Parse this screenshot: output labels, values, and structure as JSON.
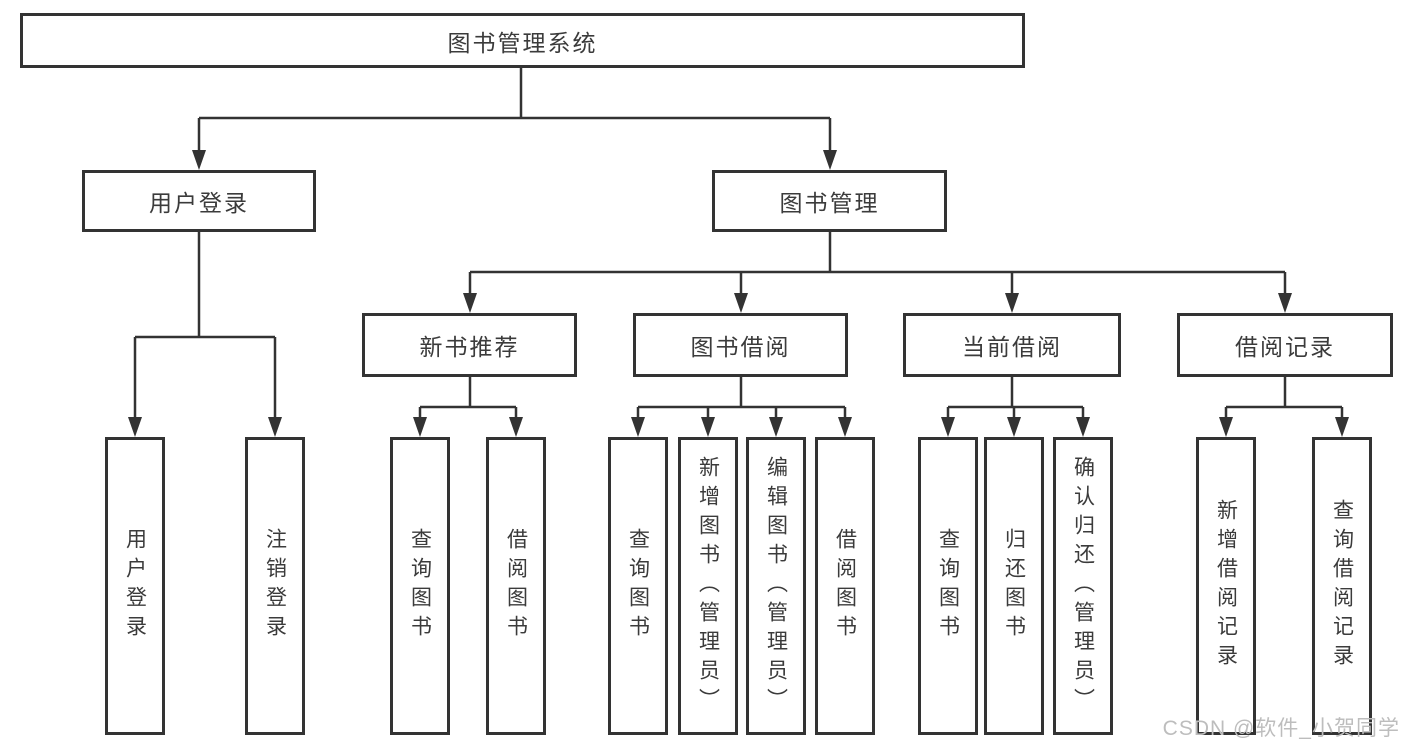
{
  "diagram": {
    "root": "图书管理系统",
    "branches": [
      {
        "label": "用户登录",
        "children": [
          {
            "label": "用户登录"
          },
          {
            "label": "注销登录"
          }
        ]
      },
      {
        "label": "图书管理",
        "children": [
          {
            "label": "新书推荐",
            "children": [
              {
                "label": "查询图书"
              },
              {
                "label": "借阅图书"
              }
            ]
          },
          {
            "label": "图书借阅",
            "children": [
              {
                "label": "查询图书"
              },
              {
                "label": "新增图书（管理员）"
              },
              {
                "label": "编辑图书（管理员）"
              },
              {
                "label": "借阅图书"
              }
            ]
          },
          {
            "label": "当前借阅",
            "children": [
              {
                "label": "查询图书"
              },
              {
                "label": "归还图书"
              },
              {
                "label": "确认归还（管理员）"
              }
            ]
          },
          {
            "label": "借阅记录",
            "children": [
              {
                "label": "新增借阅记录"
              },
              {
                "label": "查询借阅记录"
              }
            ]
          }
        ]
      }
    ]
  },
  "watermark": {
    "text": "CSDN @软件_小贺同学"
  },
  "colors": {
    "line": "#333333",
    "text": "#3b3b3b",
    "box_fill": "#ffffff",
    "background": "#ffffff",
    "watermark": "#bdbdbd"
  }
}
